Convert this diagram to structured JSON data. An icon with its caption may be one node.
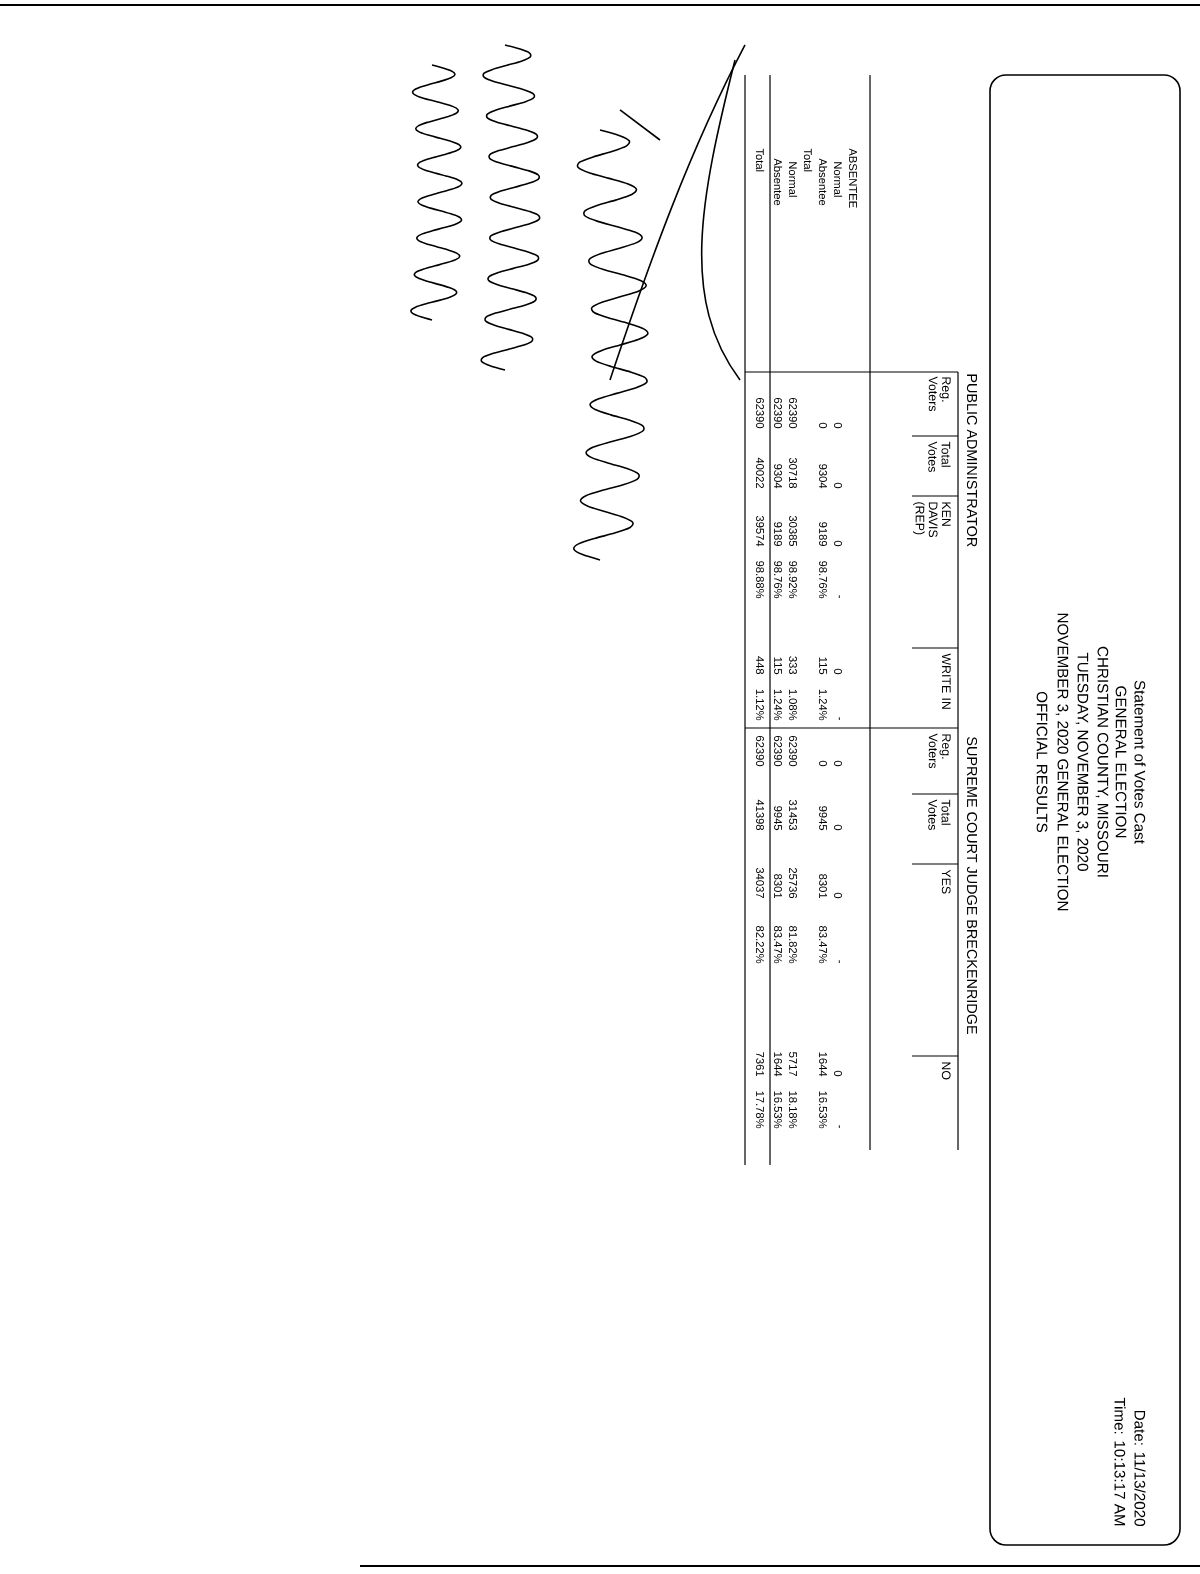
{
  "diagram": {
    "nodes": [
      {
        "text": [
          "Statement of Votes Cast",
          "GENERAL ELECTION",
          "CHRISTIAN COUNTY, MISSOURI",
          "TUESDAY, NOVEMBER 3, 2020",
          "NOVEMBER 3, 2020 GENERAL ELECTION",
          "OFFICIAL RESULTS",
          "Date: 11/13/2020",
          "Time: 10:13:17 AM"
        ]
      }
    ],
    "labels": [
      "PUBLIC ADMINISTRATOR",
      "SUPREME COURT JUDGE BRECKENRIDGE",
      "Reg. Voters",
      "Total Votes",
      "KEN DAVIS (REP)",
      "WRITE IN",
      "Reg. Voters",
      "Total Votes",
      "YES",
      "NO",
      "ABSENTEE",
      "Normal",
      "0",
      "0",
      "0",
      "-",
      "0",
      "-",
      "0",
      "0",
      "0",
      "-",
      "0",
      "-",
      "Absentee",
      "0",
      "9304",
      "9189",
      "98.76%",
      "115",
      "1.24%",
      "0",
      "9945",
      "8301",
      "83.47%",
      "1644",
      "16.53%",
      "Total",
      "Normal",
      "62390",
      "30718",
      "30385",
      "98.92%",
      "333",
      "1.08%",
      "62390",
      "31453",
      "25736",
      "81.82%",
      "5717",
      "18.18%",
      "Absentee",
      "62390",
      "9304",
      "9189",
      "98.76%",
      "115",
      "1.24%",
      "62390",
      "9945",
      "8301",
      "83.47%",
      "1644",
      "16.53%",
      "Total",
      "62390",
      "40022",
      "39574",
      "98.88%",
      "448",
      "1.12%",
      "62390",
      "41398",
      "34037",
      "82.22%",
      "7361",
      "17.78%"
    ]
  }
}
